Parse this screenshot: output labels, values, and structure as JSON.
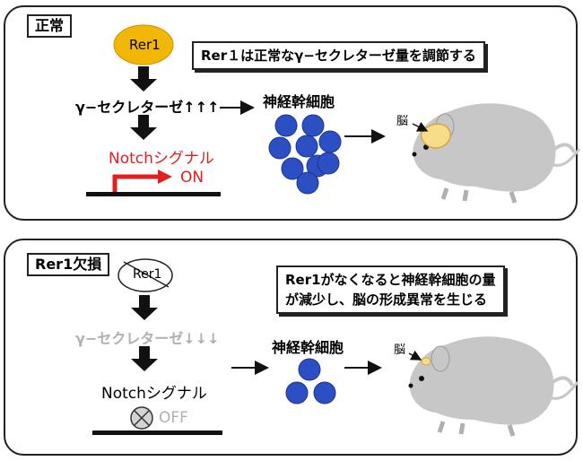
{
  "normal": {
    "label": "正常",
    "rer1": "Rer1",
    "note": "Rer１は正常なγ−セクレターゼ量を調節する",
    "gamma_secretase": "γ−セクレターゼ↑↑↑",
    "notch_signal": "Notchシグナル",
    "on": "ON",
    "nsc": "神経幹細胞",
    "brain": "脳"
  },
  "deficient": {
    "label": "Rer1欠損",
    "rer1": "Rer1",
    "note_line1": "Rer1がなくなると神経幹細胞の量",
    "note_line2": "が減少し、脳の形成異常を生じる",
    "gamma_secretase": "γ−セクレターゼ↓↓↓",
    "notch_signal": "Notchシグナル",
    "off": "OFF",
    "nsc": "神経幹細胞",
    "brain": "脳"
  },
  "colors": {
    "rer1_fill": "#f2b705",
    "cell_fill": "#2d4fc4",
    "notch_on": "#e02020",
    "mouse": "#c7c7c7",
    "brain_normal": "#f7dc8a",
    "faded_text": "#b0b0b0"
  }
}
